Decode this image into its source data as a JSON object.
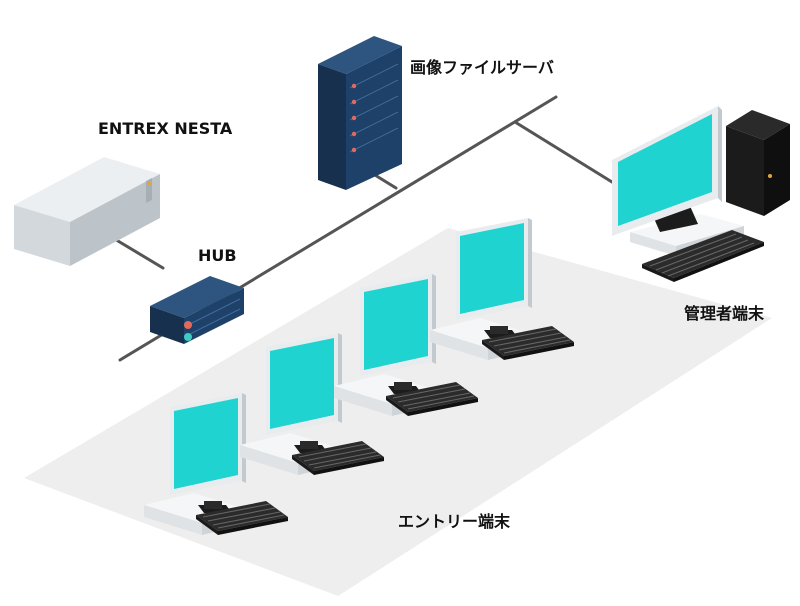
{
  "nodes": {
    "nesta": {
      "label": "ENTREX NESTA"
    },
    "file_server": {
      "label": "画像ファイルサーバ"
    },
    "hub": {
      "label": "HUB"
    },
    "admin_terminal": {
      "label": "管理者端末"
    },
    "entry_terminals": {
      "label": "エントリー端末",
      "count": 5
    }
  },
  "colors": {
    "network_line": "#555555",
    "server_navy": "#1c3a5c",
    "screen_cyan": "#1fd4d0",
    "platform": "#eeeeee",
    "hub_red_led": "#e26a5c",
    "hub_cyan_led": "#3ecbc4"
  }
}
